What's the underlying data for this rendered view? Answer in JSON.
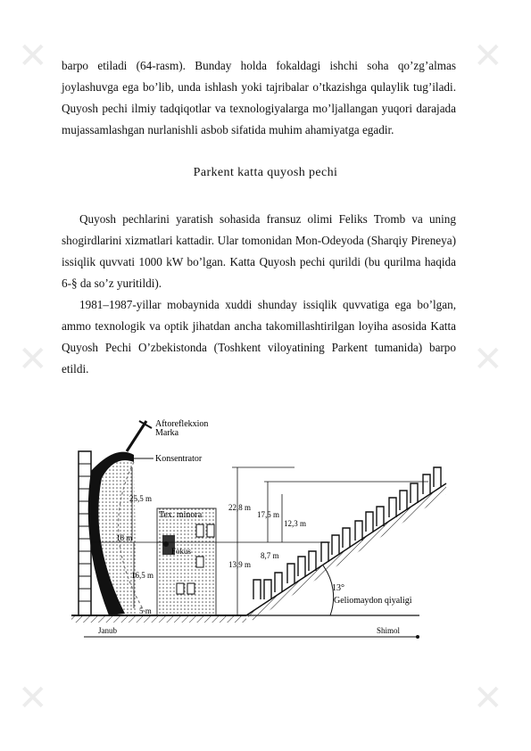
{
  "paragraph1": "barpo etiladi (64-rasm). Bunday holda fokaldagi ishchi soha qo’zg’almas joylashuvga ega bo’lib, unda ishlash yoki tajribalar o’tkazishga qulaylik tug’iladi. Quyosh pechi ilmiy tadqiqotlar va texnologiyalarga mo’ljallangan yuqori darajada mujassamlashgan nurlanishli asbob sifatida muhim ahamiyatga egadir.",
  "heading": "Parkent katta quyosh pechi",
  "paragraph2": "Quyosh pechlarini yaratish sohasida fransuz olimi Feliks Tromb va uning shogirdlarini xizmatlari kattadir. Ular tomonidan Mon-Odeyoda (Sharqiy Pireneya) issiqlik quvvati 1000 kW bo’lgan. Katta Quyosh pechi qurildi (bu qurilma haqida 6-§ da so’z yuritildi).",
  "paragraph3": "1981–1987-yillar mobaynida xuddi shunday issiqlik quvvatiga ega bo’lgan, ammo texnologik va optik jihatdan ancha takomillashtirilgan loyiha asosida Katta Quyosh Pechi O’zbekistonda (Toshkent viloyatining Parkent tumanida) barpo etildi.",
  "figure": {
    "label_aftoreflex_1": "Aftoreflekxion",
    "label_aftoreflex_2": "Marka",
    "label_konsentrator": "Konsentrator",
    "label_tex_minora": "Tex. minora",
    "label_fokus": "Fokus",
    "label_geliomaydon": "Geliomaydon qiyaligi",
    "label_janub": "Janub",
    "label_shimol": "Shimol",
    "dim_25_5": "25,5 m",
    "dim_18": "18 m",
    "dim_16_5": "16,5 m",
    "dim_5": "5 m",
    "dim_22_8": "22,8 m",
    "dim_13_9": "13,9 m",
    "dim_17_5": "17,5 m",
    "dim_12_3": "12,3 m",
    "dim_8_7": "8,7 m",
    "angle": "13°"
  }
}
